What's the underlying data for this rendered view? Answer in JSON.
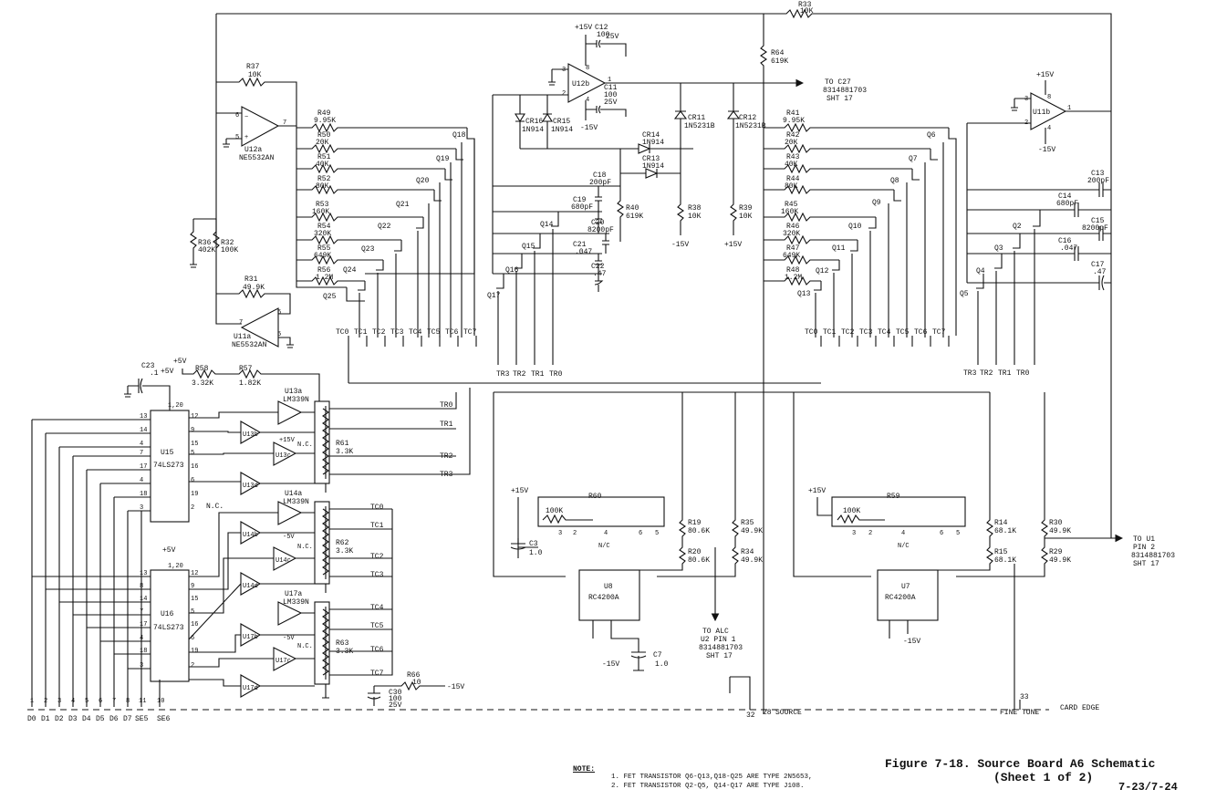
{
  "figure": {
    "caption": "Figure 7-18.  Source Board A6 Schematic",
    "sheet": "(Sheet 1 of 2)",
    "page": "7-23/7-24"
  },
  "notes": {
    "title": "NOTE:",
    "items": [
      "1.  FET TRANSISTOR Q6-Q13,Q18-Q25 ARE TYPE 2N5653,",
      "2.  FET TRANSISTOR Q2-Q5, Q14-Q17 ARE TYPE J108."
    ]
  },
  "ics": {
    "u12a": {
      "ref": "U12a",
      "part": "NE5532AN"
    },
    "u11a": {
      "ref": "U11a",
      "part": "NE5532AN"
    },
    "u12b": {
      "ref": "U12b"
    },
    "u11b": {
      "ref": "U11b"
    },
    "u15": {
      "ref": "U15",
      "part": "74LS273"
    },
    "u16": {
      "ref": "U16",
      "part": "74LS273"
    },
    "u13a": {
      "ref": "U13a",
      "part": "LM339N"
    },
    "u14a": {
      "ref": "U14a",
      "part": "LM339N"
    },
    "u17a": {
      "ref": "U17a",
      "part": "LM339N"
    },
    "u8": {
      "ref": "U8",
      "part": "RC4200A"
    },
    "u7": {
      "ref": "U7",
      "part": "RC4200A"
    },
    "comparators": [
      "U13b",
      "U13c",
      "U13d",
      "U14b",
      "U14c",
      "U14d",
      "U17b",
      "U17c",
      "U17d"
    ]
  },
  "resistors": {
    "r33": [
      "R33",
      "10K"
    ],
    "r37": [
      "R37",
      "10K"
    ],
    "r64": [
      "R64",
      "619K"
    ],
    "r49": [
      "R49",
      "9.95K"
    ],
    "r50": [
      "R50",
      "20K"
    ],
    "r51": [
      "R51",
      "40K"
    ],
    "r52": [
      "R52",
      "80K"
    ],
    "r53": [
      "R53",
      "160K"
    ],
    "r54": [
      "R54",
      "320K"
    ],
    "r55": [
      "R55",
      "649K"
    ],
    "r56": [
      "R56",
      "1.2M"
    ],
    "r41": [
      "R41",
      "9.95K"
    ],
    "r42": [
      "R42",
      "20K"
    ],
    "r43": [
      "R43",
      "40K"
    ],
    "r44": [
      "R44",
      "80K"
    ],
    "r45": [
      "R45",
      "160K"
    ],
    "r46": [
      "R46",
      "320K"
    ],
    "r47": [
      "R47",
      "649K"
    ],
    "r48": [
      "R48",
      "1.2M"
    ],
    "r36": [
      "R36",
      "402K"
    ],
    "r32": [
      "R32",
      "100K"
    ],
    "r31": [
      "R31",
      "49.9K"
    ],
    "r40": [
      "R40",
      "619K"
    ],
    "r38": [
      "R38",
      "10K"
    ],
    "r39": [
      "R39",
      "10K"
    ],
    "r58": [
      "R58",
      "3.32K"
    ],
    "r57": [
      "R57",
      "1.82K"
    ],
    "r61": [
      "R61",
      "3.3K"
    ],
    "r62": [
      "R62",
      "3.3K"
    ],
    "r63": [
      "R63",
      "3.3K"
    ],
    "r66": [
      "R66",
      "10"
    ],
    "r60": [
      "R60",
      "100K"
    ],
    "r59": [
      "R59",
      "100K"
    ],
    "r19": [
      "R19",
      "80.6K"
    ],
    "r20": [
      "R20",
      "80.6K"
    ],
    "r35": [
      "R35",
      "49.9K"
    ],
    "r34": [
      "R34",
      "49.9K"
    ],
    "r14": [
      "R14",
      "68.1K"
    ],
    "r15": [
      "R15",
      "68.1K"
    ],
    "r30": [
      "R30",
      "49.9K"
    ],
    "r29": [
      "R29",
      "49.9K"
    ]
  },
  "capacitors": {
    "c12": [
      "C12",
      "100",
      "25V"
    ],
    "c11": [
      "C11",
      "100",
      "25V"
    ],
    "c18": [
      "C18",
      "200pF"
    ],
    "c19": [
      "C19",
      "680pF"
    ],
    "c20": [
      "C20",
      "8200pF"
    ],
    "c21": [
      "C21",
      ".047"
    ],
    "c22": [
      "C22",
      ".47"
    ],
    "c13": [
      "C13",
      "200pF"
    ],
    "c14": [
      "C14",
      "680pF"
    ],
    "c15": [
      "C15",
      "8200pF"
    ],
    "c16": [
      "C16",
      ".047"
    ],
    "c17": [
      "C17",
      ".47"
    ],
    "c23": [
      "C23",
      ".1"
    ],
    "c30": [
      "C30",
      "100",
      "25V"
    ],
    "c3": [
      "C3",
      "1.0"
    ],
    "c7": [
      "C7",
      "1.0"
    ]
  },
  "diodes": {
    "cr16": [
      "CR16",
      "1N914"
    ],
    "cr15": [
      "CR15",
      "1N914"
    ],
    "cr14": [
      "CR14",
      "1N914"
    ],
    "cr13": [
      "CR13",
      "1N914"
    ],
    "cr11": [
      "CR11",
      "1N5231B"
    ],
    "cr12": [
      "CR12",
      "1N5231B"
    ]
  },
  "transistors_left": [
    "Q18",
    "Q19",
    "Q20",
    "Q21",
    "Q22",
    "Q23",
    "Q24",
    "Q25"
  ],
  "transistors_mid": [
    "Q14",
    "Q15",
    "Q16",
    "Q17"
  ],
  "transistors_right": [
    "Q6",
    "Q7",
    "Q8",
    "Q9",
    "Q10",
    "Q11",
    "Q12",
    "Q13"
  ],
  "transistors_far": [
    "Q2",
    "Q3",
    "Q4",
    "Q5"
  ],
  "tc_labels": [
    "TC0",
    "TC1",
    "TC2",
    "TC3",
    "TC4",
    "TC5",
    "TC6",
    "TC7"
  ],
  "tr_labels": [
    "TR3",
    "TR2",
    "TR1",
    "TR0"
  ],
  "tr_lines": [
    "TR0",
    "TR1",
    "TR2",
    "TR3"
  ],
  "tc_lines": [
    "TC0",
    "TC1",
    "TC2",
    "TC3",
    "TC4",
    "TC5",
    "TC6",
    "TC7"
  ],
  "rails": {
    "p15": "+15V",
    "m15": "-15V",
    "p5": "+5V",
    "m5": "-5V",
    "nc": "N.C.",
    "nc2": "N/C"
  },
  "offpage": {
    "to_c27": "TO C27",
    "c27_ref": "8314881703",
    "c27_sht": "SHT 17",
    "to_alc": "TO ALC",
    "alc_pin": "U2 PIN 1",
    "alc_ref": "8314881703",
    "alc_sht": "SHT 17",
    "to_u1": "TO U1",
    "u1_pin": "PIN 2",
    "u1_ref": "8314881703",
    "u1_sht": "SHT 17"
  },
  "edge": {
    "card_edge": "CARD EDGE",
    "source": "SOURCE",
    "fine_tune": "FINE TUNE",
    "pins": [
      "1",
      "2",
      "3",
      "4",
      "5",
      "6",
      "7",
      "8",
      "11",
      "10"
    ],
    "pin_labels": [
      "D0",
      "D1",
      "D2",
      "D3",
      "D4",
      "D5",
      "D6",
      "D7",
      "SE5",
      "SE6"
    ],
    "p32": "32",
    "p28": "28",
    "p33": "33"
  }
}
